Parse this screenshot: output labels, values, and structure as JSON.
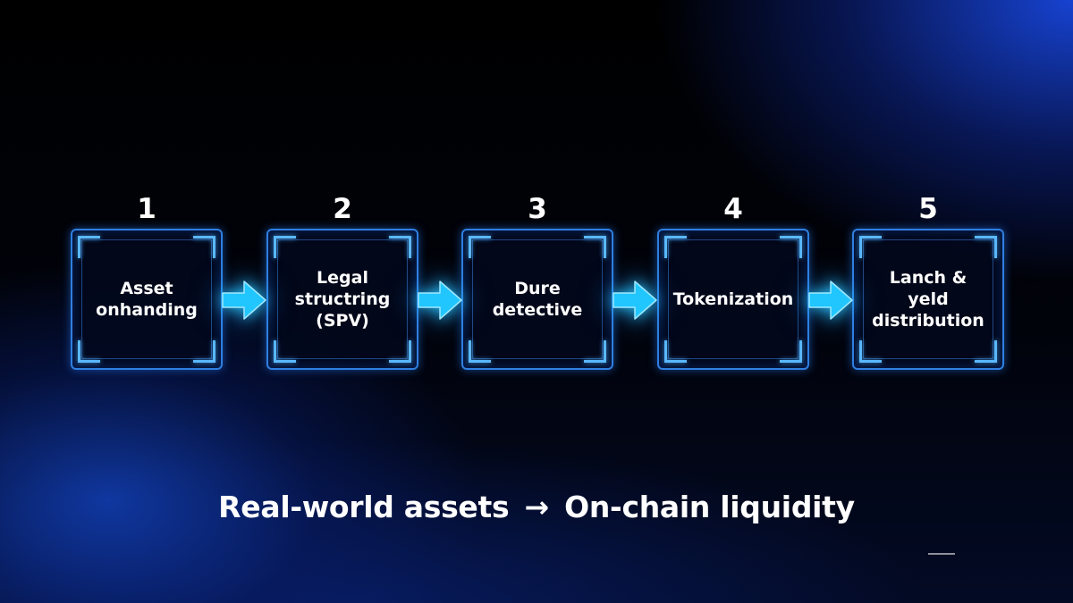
{
  "steps": [
    {
      "number": "1",
      "label": "Asset\nonhanding"
    },
    {
      "number": "2",
      "label": "Legal\nstructring\n(SPV)"
    },
    {
      "number": "3",
      "label": "Dure\ndetective"
    },
    {
      "number": "4",
      "label": "Tokenization"
    },
    {
      "number": "5",
      "label": "Lanch &\nyeld\ndistribution"
    }
  ],
  "tagline": {
    "left": "Real-world assets",
    "arrow": "→",
    "right": "On-chain liquidity"
  },
  "colors": {
    "box_border": "#2f7fe0",
    "corner_accent": "#5ab8ff",
    "arrow_fill": "#22c6ff",
    "text": "#ffffff"
  },
  "icons": {
    "connector": "right-arrow-icon"
  }
}
